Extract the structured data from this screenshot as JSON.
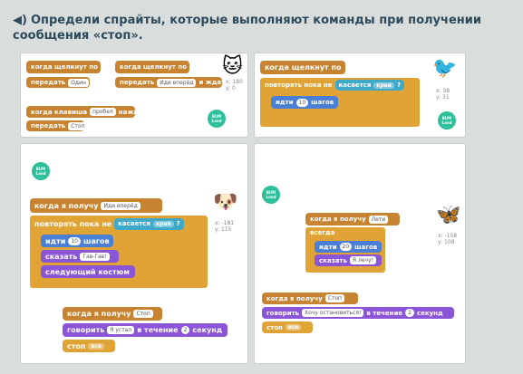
{
  "question": {
    "icon": "speaker-icon",
    "text": "Определи спрайты, которые выполняют команды при получении сообщения «стоп»."
  },
  "logo_text": "BUM Land",
  "panel1": {
    "left": {
      "hat1": "когда щелкнут по",
      "hat2": "когда щелкнут по",
      "send1": "передать",
      "send1_val": "Один",
      "send2": "передать",
      "send2_val": "Иди вперёд",
      "send2_tail": "и ждать",
      "hat3": "когда клавиша",
      "hat3_val": "пробел",
      "hat3_tail": "нажата",
      "send3": "передать",
      "send3_val": "Стоп",
      "coords": [
        "x: 180",
        "y: 0"
      ]
    },
    "right": {
      "hat": "когда щелкнут по",
      "loop": "повторять пока не",
      "sense": "касается",
      "sense_val": "край",
      "move": "идти",
      "move_val": "10",
      "move_tail": "шагов",
      "coords": [
        "x: 38",
        "y: 31"
      ]
    }
  },
  "panel2": {
    "left": {
      "hat": "когда я получу",
      "hat_val": "Иди вперёд",
      "loop": "повторять пока не",
      "sense": "касается",
      "sense_val": "край",
      "move": "идти",
      "move_val": "10",
      "move_tail": "шагов",
      "say": "сказать",
      "say_val": "Гав-Гав!",
      "costume": "следующий костюм",
      "hat2": "когда я получу",
      "hat2_val": "Стоп",
      "think": "говорить",
      "think_val": "Я устал",
      "think_mid": "в течение",
      "think_num": "2",
      "think_tail": "секунд",
      "stop": "стоп",
      "stop_val": "все",
      "coords": [
        "x: -181",
        "y: 115"
      ]
    },
    "right": {
      "hat": "когда я получу",
      "hat_val": "Лети",
      "forever": "всегда",
      "move": "идти",
      "move_val": "20",
      "move_tail": "шагов",
      "say": "сказать",
      "say_val": "Я лечу!",
      "hat2": "когда я получу",
      "hat2_val": "Стоп",
      "think": "говорить",
      "think_val": "Хочу остановиться!",
      "think_mid": "в течение",
      "think_num": "2",
      "think_tail": "секунд",
      "stop": "стоп",
      "stop_val": "все",
      "coords": [
        "x: -158",
        "y: 108"
      ]
    }
  }
}
